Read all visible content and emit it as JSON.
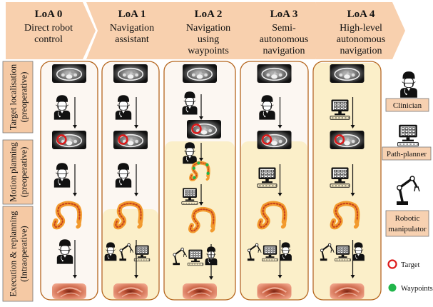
{
  "levels": [
    {
      "title": "LoA 0",
      "lines": [
        "Direct robot",
        "control"
      ]
    },
    {
      "title": "LoA 1",
      "lines": [
        "Navigation",
        "assistant"
      ]
    },
    {
      "title": "LoA 2",
      "lines": [
        "Navigation",
        "using",
        "waypoints"
      ]
    },
    {
      "title": "LoA 3",
      "lines": [
        "Semi-",
        "autonomous",
        "navigation"
      ]
    },
    {
      "title": "LoA 4",
      "lines": [
        "High-level",
        "autonomous",
        "navigation"
      ]
    }
  ],
  "phases": [
    {
      "lines": [
        "Target localisation",
        "(preoperative)"
      ]
    },
    {
      "lines": [
        "Motion planning",
        "(preoperative)"
      ]
    },
    {
      "lines": [
        "Execution & replanning",
        "(Intraoperative)"
      ]
    }
  ],
  "columns": [
    {
      "steps": [
        [
          "clinician"
        ],
        [
          "clinician"
        ],
        [
          "clinician"
        ]
      ],
      "waypoints": false,
      "highlight_from": null
    },
    {
      "steps": [
        [
          "clinician"
        ],
        [
          "clinician"
        ],
        [
          "clinician",
          "robot",
          "planner"
        ]
      ],
      "waypoints": false,
      "highlight_from": "execution"
    },
    {
      "steps": [
        [
          "clinician"
        ],
        [
          "clinician"
        ],
        [
          "planner"
        ],
        [
          "robot",
          "planner",
          "clinician"
        ]
      ],
      "waypoints": true,
      "highlight_from": "planning"
    },
    {
      "steps": [
        [
          "clinician"
        ],
        [
          "planner"
        ],
        [
          "robot",
          "planner",
          "clinician"
        ]
      ],
      "waypoints": false,
      "highlight_from": "planning"
    },
    {
      "steps": [
        [
          "planner"
        ],
        [
          "planner"
        ],
        [
          "robot",
          "planner",
          "clinician"
        ]
      ],
      "waypoints": false,
      "highlight_from": "target"
    }
  ],
  "legend": {
    "clinician": "Clinician",
    "planner": "Path-planner",
    "robot": [
      "Robotic",
      "manipulator"
    ],
    "target": "Target",
    "waypoints": "Waypoints"
  },
  "colors": {
    "header_fill": "#f8d0ae",
    "column_border": "#b5651d",
    "column_bg": "#fcf7f2",
    "highlight": "#fbefc9",
    "phase_fill": "#f5c9a4",
    "legend_fill": "#f7d1b1",
    "target": "#dd1a1a",
    "waypoint": "#21b54b",
    "colon": "#f29a2e",
    "colon_inner": "#c8431b"
  }
}
